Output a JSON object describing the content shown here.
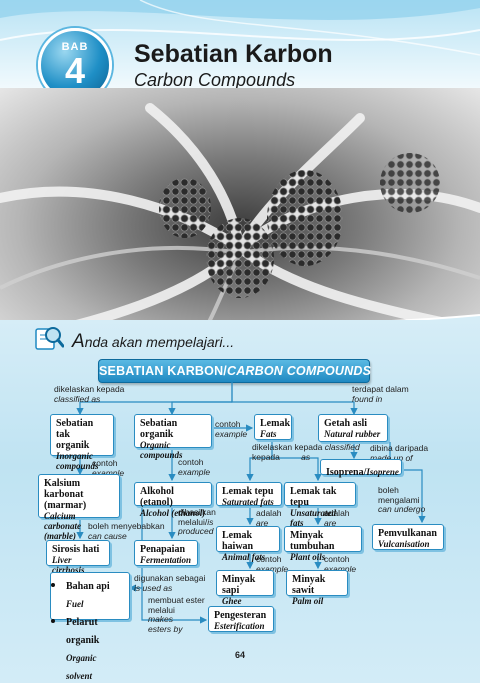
{
  "header": {
    "bab_word": "BAB",
    "bab_number": "4",
    "title_ms": "Sebatian Karbon",
    "title_en": "Carbon Compounds"
  },
  "learn": {
    "initial": "A",
    "rest": "nda akan mempelajari..."
  },
  "banner": {
    "ms": "SEBATIAN KARBON/",
    "en": "CARBON COMPOUNDS"
  },
  "nodes": {
    "inorganic": {
      "ms1": "Sebatian tak",
      "ms2": "organik",
      "en1": "Inorganic",
      "en2": "compounds"
    },
    "organic": {
      "ms": "Sebatian organik",
      "en1": "Organic",
      "en2": "compounds"
    },
    "lemak": {
      "ms": "Lemak",
      "en": "Fats"
    },
    "getah": {
      "ms": "Getah asli",
      "en": "Natural rubber"
    },
    "kalsium": {
      "ms1": "Kalsium karbonat",
      "ms2": "(marmar)",
      "en1": "Calcium carbonate",
      "en2": "(marble)"
    },
    "alkohol": {
      "ms": "Alkohol (etanol)",
      "en": "Alcohol (ethanol)"
    },
    "lemak_tepu": {
      "ms": "Lemak tepu",
      "en": "Saturated fats"
    },
    "lemak_tak_tepu": {
      "ms": "Lemak tak tepu",
      "en": "Unsaturated fats"
    },
    "isoprena": {
      "ms": "Isoprena/",
      "en": "Isoprene"
    },
    "sirosis": {
      "ms": "Sirosis hati",
      "en": "Liver cirrhosis"
    },
    "penapaian": {
      "ms": "Penapaian",
      "en": "Fermentation"
    },
    "lemak_haiwan": {
      "ms": "Lemak haiwan",
      "en": "Animal fats"
    },
    "minyak_tumbuhan": {
      "ms": "Minyak tumbuhan",
      "en": "Plant oils"
    },
    "pemvulkanan": {
      "ms": "Pemvulkanan",
      "en": "Vulcanisation"
    },
    "uses": {
      "i1_ms": "Bahan api",
      "i1_en": "Fuel",
      "i2_ms": "Pelarut organik",
      "i2_en": "Organic solvent"
    },
    "minyak_sapi": {
      "ms": "Minyak sapi",
      "en": "Ghee"
    },
    "minyak_sawit": {
      "ms": "Minyak sawit",
      "en": "Palm oil"
    },
    "pengesteran": {
      "ms": "Pengesteran",
      "en": "Esterification"
    }
  },
  "labels": {
    "classified_ms": "dikelaskan kepada",
    "classified_en": "classified as",
    "found_ms": "terdapat dalam",
    "found_en": "found in",
    "contoh_ms": "contoh",
    "contoh_en": "example",
    "classified_en2": "classified",
    "kepada_ms": "kepada",
    "as_en": "as",
    "made_ms": "dibina daripada",
    "made_en": "made up of",
    "adalah_ms": "adalah",
    "are_en": "are",
    "cause_ms": "boleh menyebabkan",
    "cause_en": "can cause",
    "produced_ms1": "dihasilkan",
    "produced_ms2": "melalui/",
    "produced_en1": "is",
    "produced_en2": "produced by",
    "undergo_ms1": "boleh",
    "undergo_ms2": "mengalami",
    "undergo_en": "can undergo",
    "used_ms": "digunakan sebagai",
    "used_en": "is used as",
    "ester_ms1": "membuat ester",
    "ester_ms2": "melalui",
    "ester_en1": "makes",
    "ester_en2": "esters by"
  },
  "page_number": "64"
}
